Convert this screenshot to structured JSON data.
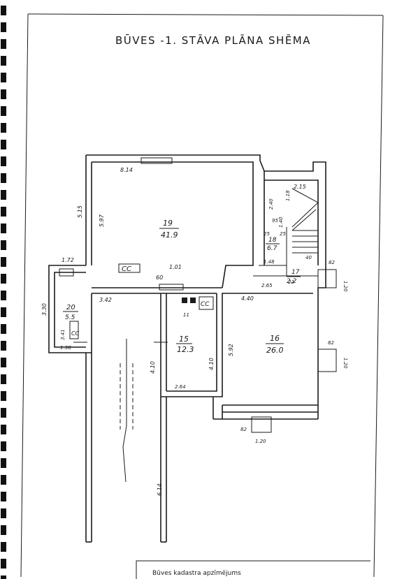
{
  "title": "BŪVES   -1. STĀVA PLĀNA SHĒMA",
  "footer": {
    "label": "Būves kadastra apzīmējums"
  },
  "rooms": [
    {
      "id": "19",
      "number": "19",
      "area": "41.9"
    },
    {
      "id": "18",
      "number": "18",
      "area": "6.7"
    },
    {
      "id": "17",
      "number": "17",
      "area": "2.2"
    },
    {
      "id": "20",
      "number": "20",
      "area": "5.5"
    },
    {
      "id": "15",
      "number": "15",
      "area": "12.3"
    },
    {
      "id": "16",
      "number": "16",
      "area": "26.0"
    }
  ],
  "dimensions": {
    "d814": "8.14",
    "d515": "5.15",
    "d597": "5.97",
    "d215": "2.15",
    "d240": "2.40",
    "d118": "1.18",
    "d95": "95",
    "d140a": "1.40",
    "d25a": "25",
    "d25b": "25",
    "d148": "1.48",
    "d40": "40",
    "d82a": "82",
    "d120a": "1.20",
    "d172": "1.72",
    "d101": "1.01",
    "d60": "60",
    "d265": "2.65",
    "d22": "22",
    "d330": "3.30",
    "d342": "3.42",
    "d440": "4.40",
    "d341": "3.41",
    "d138": "1.38",
    "d11": "11",
    "d592": "5.92",
    "d82b": "82",
    "d120b": "1.20",
    "d410a": "4.10",
    "d410b": "4.10",
    "d264": "2.64",
    "d82c": "82",
    "d120c": "1.20",
    "d614": "6.14"
  },
  "labels": {
    "ccA": "CC",
    "ccB": "CC",
    "ccC": "CC"
  }
}
